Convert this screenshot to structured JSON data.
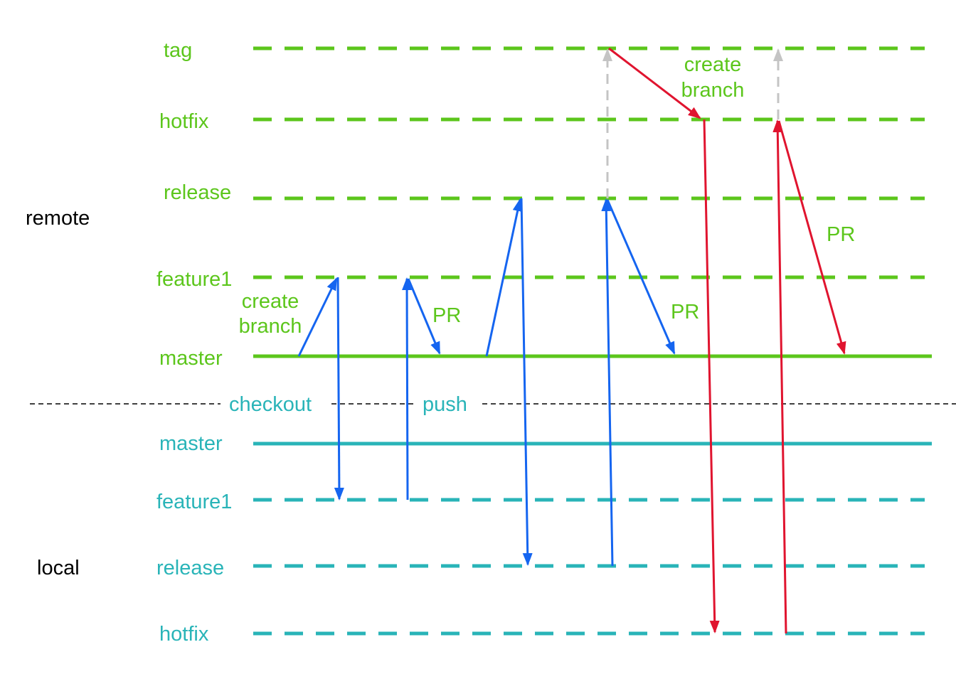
{
  "sections": {
    "remote": "remote",
    "local": "local"
  },
  "remote_branches": {
    "tag": "tag",
    "hotfix": "hotfix",
    "release": "release",
    "feature1": "feature1",
    "master": "master"
  },
  "local_branches": {
    "master": "master",
    "feature1": "feature1",
    "release": "release",
    "hotfix": "hotfix"
  },
  "annotations": {
    "create_branch_top_line1": "create",
    "create_branch_top_line2": "branch",
    "create_branch_left_line1": "create",
    "create_branch_left_line2": "branch",
    "pr_1": "PR",
    "pr_2": "PR",
    "pr_3": "PR",
    "checkout": "checkout",
    "push": "push"
  },
  "colors": {
    "remote": "#5cc61c",
    "local": "#29b4b8",
    "flow": "#1565f0",
    "hotfix_flow": "#e0142f",
    "tag_link": "#c4c4c4",
    "divider": "#000000"
  }
}
